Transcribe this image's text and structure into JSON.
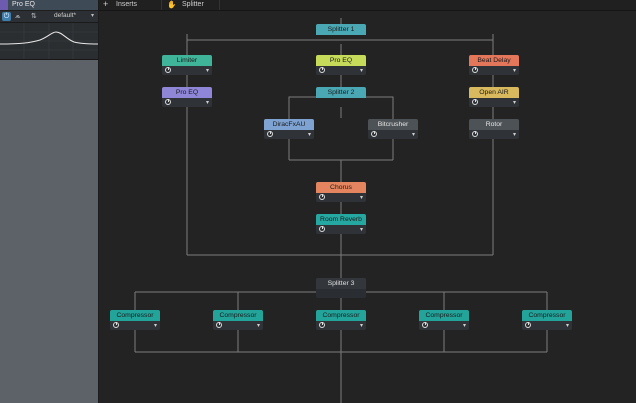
{
  "left_panel": {
    "title": "Pro EQ",
    "preset": "default*",
    "toolbar_icons": [
      "power-icon",
      "eq-curve-icon",
      "compare-icon"
    ],
    "icon_glyphs": {
      "power": "⏻",
      "curve": "⩕",
      "compare": "⇅",
      "menu": "▾"
    }
  },
  "top_bar": {
    "add_glyph": "+",
    "inserts_label": "Inserts",
    "hand_glyph": "✋",
    "splitter_label": "Splitter"
  },
  "colors": {
    "splitter": "#4aa8b5",
    "limiter": "#3fb498",
    "pro_eq": "#c6db5a",
    "beat_delay": "#e4765a",
    "pro_eq_alt": "#8f86d8",
    "dirac": "#7ea3d2",
    "bitcrusher": "#4d5256",
    "open_air": "#d9b95d",
    "rotor": "#4d5256",
    "chorus": "#e4855f",
    "room_reverb": "#26a8a2",
    "splitter3": "#33373b",
    "compressor": "#22a49b",
    "wire": "#7d7d7d"
  },
  "nodes": {
    "splitter1": {
      "label": "Splitter 1"
    },
    "limiter": {
      "label": "Limiter"
    },
    "pro_eq_top": {
      "label": "Pro EQ"
    },
    "beat_delay": {
      "label": "Beat Delay"
    },
    "pro_eq_left": {
      "label": "Pro EQ"
    },
    "splitter2": {
      "label": "Splitter 2"
    },
    "open_air": {
      "label": "Open AIR"
    },
    "dirac": {
      "label": "DiracFxAU"
    },
    "bitcrusher": {
      "label": "Bitcrusher"
    },
    "rotor": {
      "label": "Rotor"
    },
    "chorus": {
      "label": "Chorus"
    },
    "room_reverb": {
      "label": "Room Reverb"
    },
    "splitter3": {
      "label": "Splitter 3"
    },
    "compressor1": {
      "label": "Compressor"
    },
    "compressor2": {
      "label": "Compressor"
    },
    "compressor3": {
      "label": "Compressor"
    },
    "compressor4": {
      "label": "Compressor"
    },
    "compressor5": {
      "label": "Compressor"
    }
  }
}
